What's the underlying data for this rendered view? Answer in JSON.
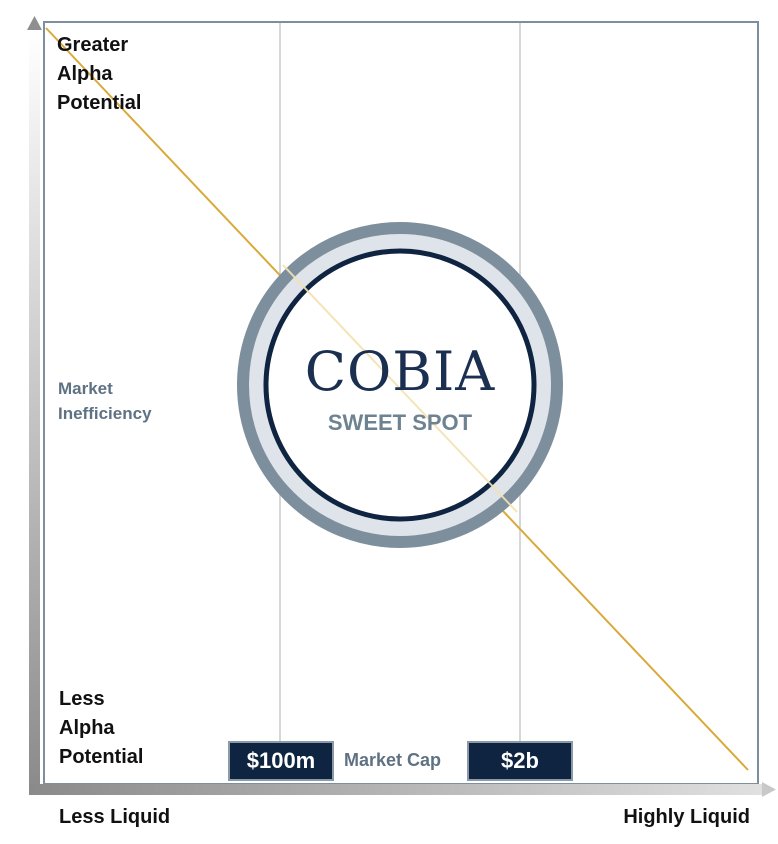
{
  "diagram": {
    "top_left_label": [
      "Greater",
      "Alpha",
      "Potential"
    ],
    "bottom_left_label": [
      "Less",
      "Alpha",
      "Potential"
    ],
    "side_label": [
      "Market",
      "Inefficiency"
    ],
    "x_axis_left": "Less Liquid",
    "x_axis_right": "Highly Liquid",
    "center_title": "COBIA",
    "center_subtitle": "SWEET SPOT",
    "threshold_low": "$100m",
    "threshold_mid_label": "Market Cap",
    "threshold_high": "$2b",
    "colors": {
      "navy": "#0f2440",
      "slate": "#7d8f9d",
      "ring_light": "#dfe3ea",
      "gold": "#d9a93a",
      "grid": "#d7d7d7",
      "axis": "#9a9a9a",
      "muted_text": "#5f7283"
    }
  }
}
